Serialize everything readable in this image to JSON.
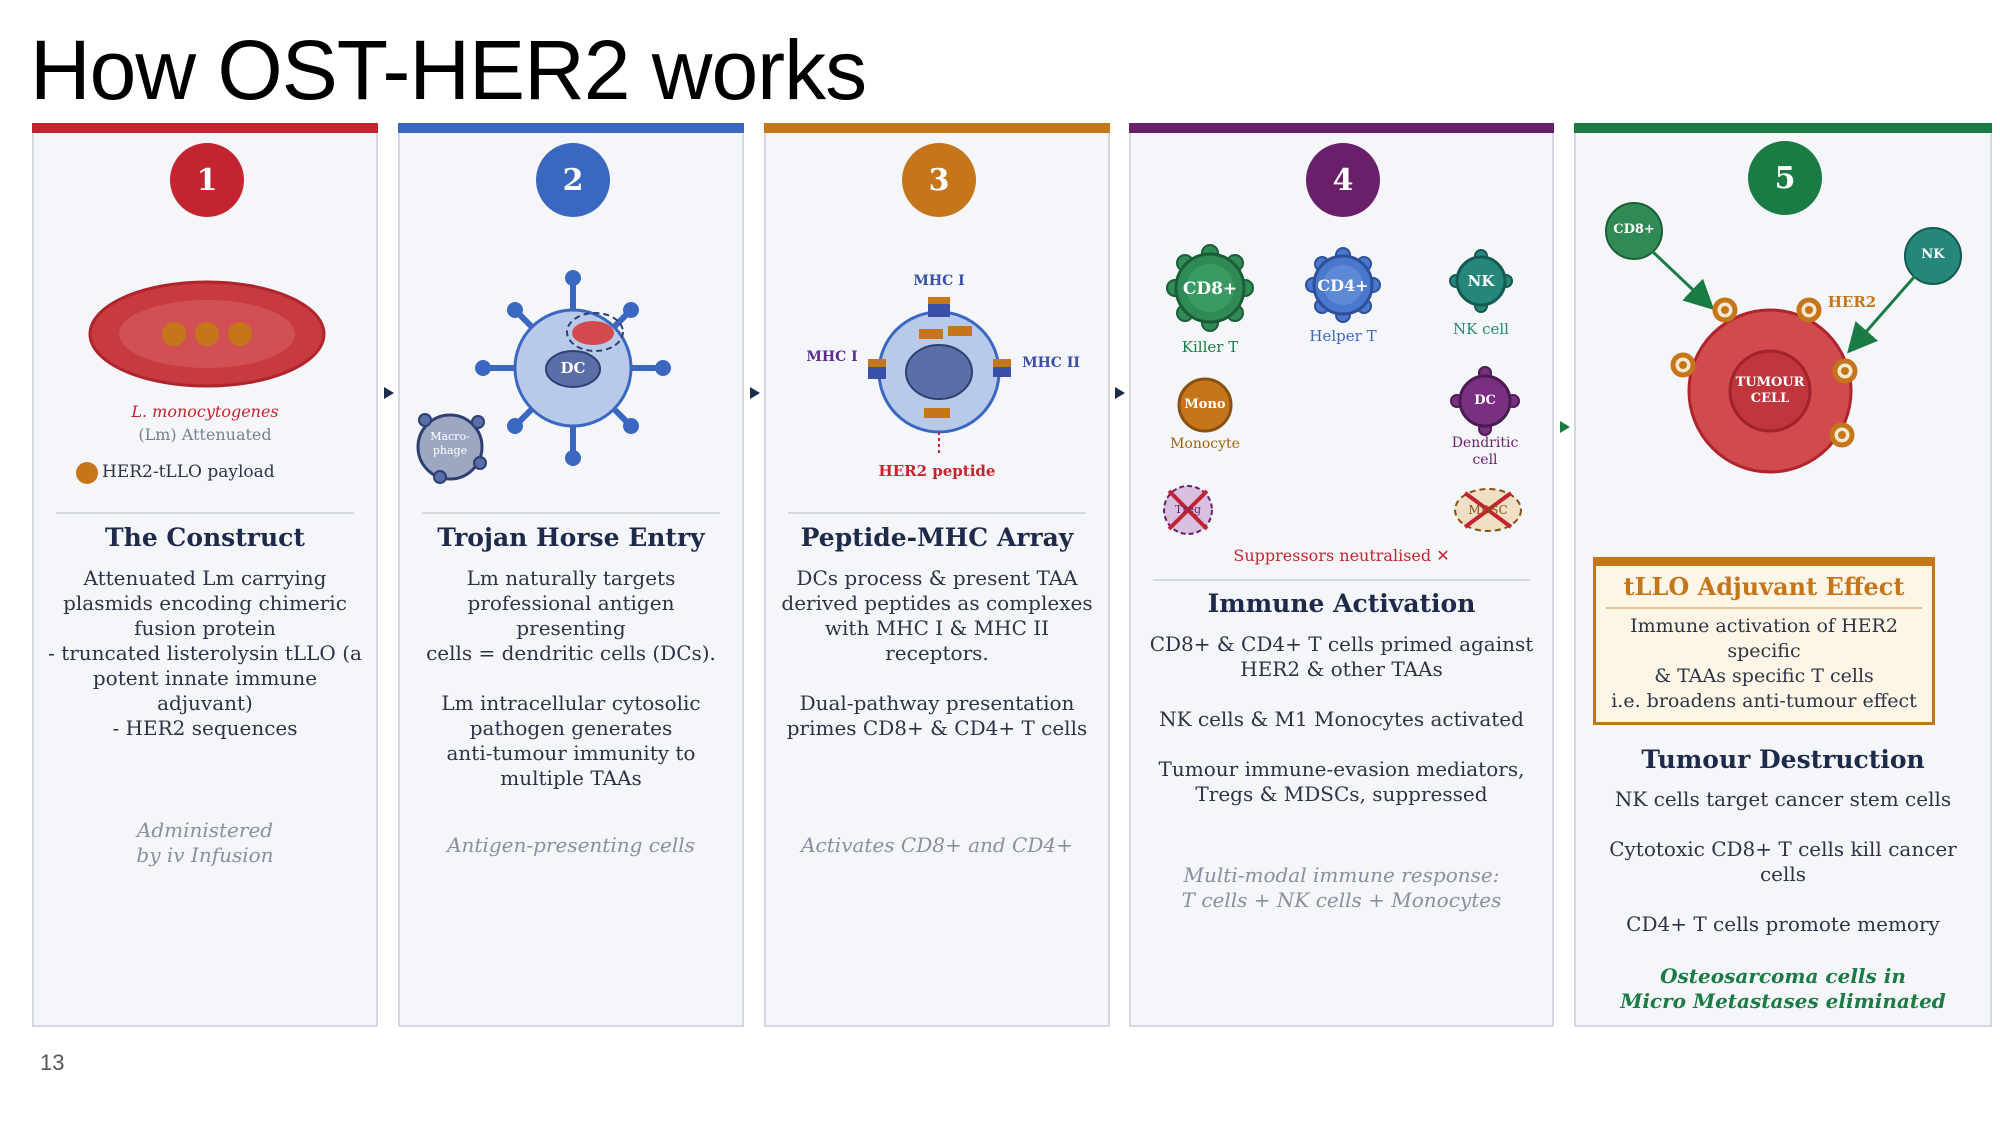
{
  "title": "How OST-HER2 works",
  "slide_number": "13",
  "colors": {
    "step1": "#c4242f",
    "step2": "#3a68c0",
    "step3": "#c6761a",
    "step4": "#6a1f6b",
    "step5": "#1b7b45"
  },
  "panel1": {
    "number": "1",
    "bacterium_label": "L. monocytogenes",
    "attenuated_label": "(Lm) Attenuated",
    "payload_legend": "HER2-tLLO payload",
    "heading": "The Construct",
    "body": "Attenuated Lm carrying\nplasmids encoding chimeric\nfusion protein\n-   truncated listerolysin tLLO (a\n    potent innate immune\n    adjuvant)\n-   HER2 sequences",
    "footer": "Administered\nby iv Infusion"
  },
  "panel2": {
    "number": "2",
    "dc_label": "DC",
    "macrophage_label": "Macro-\nphage",
    "heading": "Trojan Horse Entry",
    "body": "Lm naturally targets\nprofessional antigen presenting\ncells =  dendritic cells (DCs).\n\nLm intracellular cytosolic\npathogen generates\nanti-tumour immunity to\nmultiple TAAs",
    "footer": "Antigen-presenting cells"
  },
  "panel3": {
    "number": "3",
    "mhc_top": "MHC I",
    "mhc_left": "MHC I",
    "mhc_right": "MHC II",
    "peptide_label": "HER2 peptide",
    "heading": "Peptide-MHC Array",
    "body": "DCs process & present TAA\nderived peptides as complexes\nwith  MHC I & MHC II receptors.\n\nDual-pathway presentation\nprimes CD8+ & CD4+ T cells",
    "footer": "Activates CD8+ and CD4+"
  },
  "panel4": {
    "number": "4",
    "cells": {
      "cd8": "CD8+",
      "cd8_caption": "Killer T",
      "cd4": "CD4+",
      "cd4_caption": "Helper T",
      "nk": "NK",
      "nk_caption": "NK cell",
      "mono": "Mono",
      "mono_caption": "Monocyte",
      "dc": "DC",
      "dc_caption": "Dendritic\ncell",
      "treg": "Treg",
      "mdsc": "MDSC"
    },
    "suppressors_note": "Suppressors neutralised ✕",
    "heading": "Immune Activation",
    "body": "CD8+ & CD4+ T cells primed against\nHER2 & other TAAs\n\nNK cells & M1 Monocytes activated\n\nTumour immune-evasion mediators,\nTregs & MDSCs, suppressed",
    "footer": "Multi-modal immune response:\nT cells + NK cells + Monocytes"
  },
  "panel5": {
    "number": "5",
    "cd8_label": "CD8+",
    "nk_label": "NK",
    "her2_label": "HER2",
    "tumour_label": "TUMOUR\nCELL",
    "adjuvant_title": "tLLO Adjuvant Effect",
    "adjuvant_body": "Immune activation of HER2 specific\n& TAAs specific T cells\ni.e. broadens anti-tumour effect",
    "heading": "Tumour Destruction",
    "body": "NK cells target cancer stem cells\n\nCytotoxic CD8+ T cells kill cancer cells\n\nCD4+ T cells promote memory",
    "footer": "Osteosarcoma  cells in\nMicro Metastases eliminated"
  }
}
